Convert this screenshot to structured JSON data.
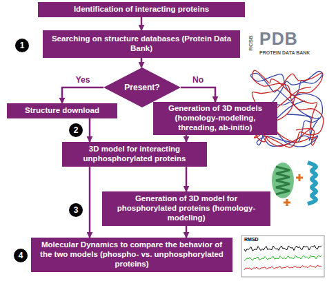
{
  "diagram": {
    "nodes": [
      {
        "text": [
          "Identification of interacting proteins"
        ]
      },
      {
        "text": [
          "Searching on structure databases (Protein Data Bank)"
        ]
      },
      {
        "text": [
          "Present?"
        ]
      },
      {
        "text": [
          "Structure download"
        ]
      },
      {
        "text": [
          "Generation of 3D models (homology-modeling, threading, ab-initio)"
        ]
      },
      {
        "text": [
          "3D model for interacting unphosphorylated proteins"
        ]
      },
      {
        "text": [
          "Generation of 3D model for phosphorylated proteins (homology-modeling)"
        ]
      },
      {
        "text": [
          "Molecular Dynamics to compare the behavior of the two models (phospho- vs. unphosphorylated proteins)"
        ]
      }
    ],
    "edges": [
      {
        "from": 0,
        "to": 1,
        "arrow": "to"
      },
      {
        "from": 1,
        "to": 2,
        "arrow": "to"
      },
      {
        "from": 2,
        "to": 3,
        "label": "Yes",
        "arrow": "to"
      },
      {
        "from": 2,
        "to": 4,
        "label": "No",
        "arrow": "to"
      },
      {
        "from": 3,
        "to": 5,
        "arrow": "to"
      },
      {
        "from": 4,
        "to": 5,
        "arrow": "to"
      },
      {
        "from": 5,
        "to": 6,
        "arrow": "to"
      },
      {
        "from": 5,
        "to": 7,
        "arrow": "to"
      },
      {
        "from": 6,
        "to": 7,
        "arrow": "to"
      }
    ],
    "labels": [
      "1",
      "2",
      "3",
      "4",
      "RCSB",
      "PDB",
      "PROTEIN DATA BANK",
      "RMSD"
    ]
  }
}
